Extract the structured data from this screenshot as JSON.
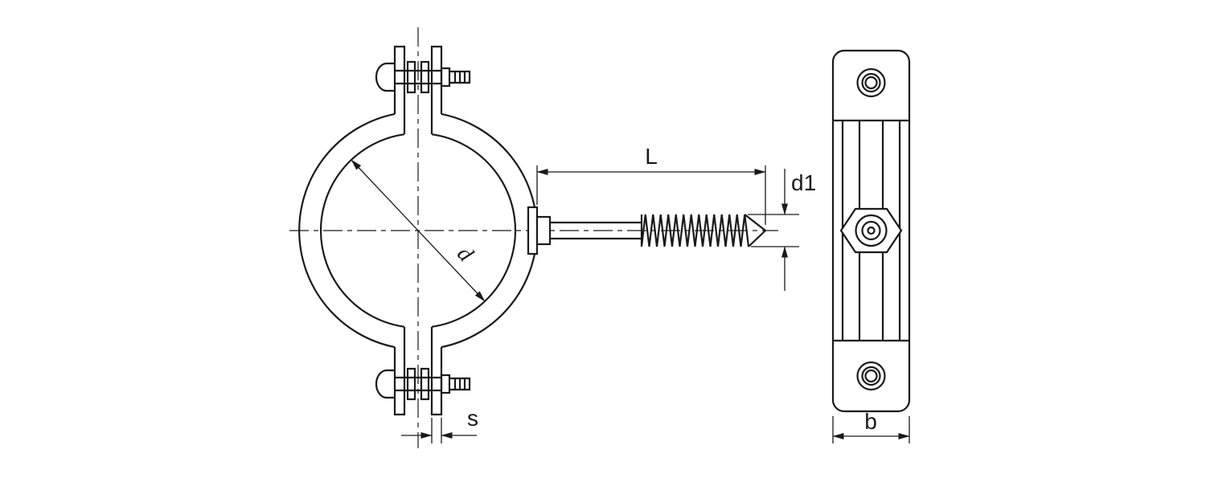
{
  "labels": {
    "L": "L",
    "d1": "d1",
    "d": "d",
    "s": "s",
    "b": "b"
  },
  "colors": {
    "line": "#1a1a1a",
    "background": "#ffffff"
  }
}
